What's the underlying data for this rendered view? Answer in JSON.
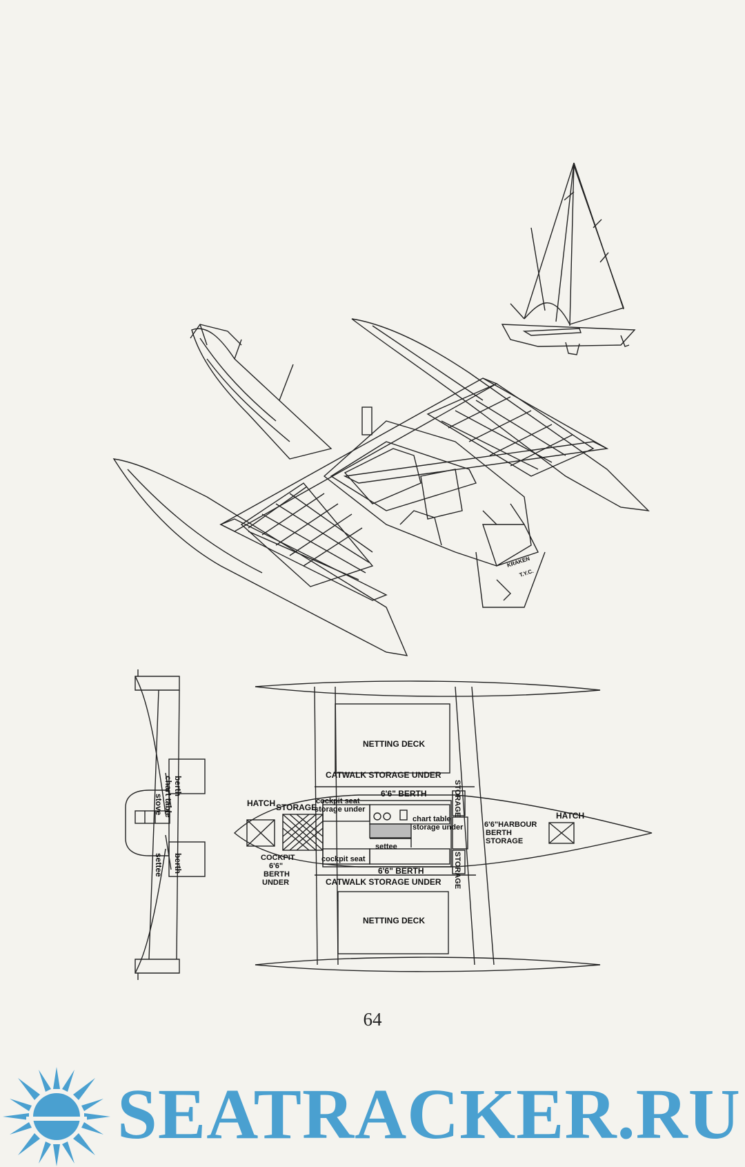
{
  "page": {
    "number": "64"
  },
  "boat": {
    "transom_name_1": "KRAKEN",
    "transom_name_2": "T.Y.C."
  },
  "section_view": {
    "labels": {
      "berth": "berth",
      "chart_table": "chart table",
      "stove": "stove",
      "settee": "settee",
      "berth_lower": "berth"
    }
  },
  "plan_view": {
    "labels": {
      "netting_deck_top": "NETTING DECK",
      "catwalk_top": "CATWALK STORAGE UNDER",
      "hatch_left": "HATCH",
      "storage_left": "STORAGE",
      "cockpit_seat_storage_1": "cockpit seat",
      "cockpit_seat_storage_2": "storage under",
      "berth_top": "6'6\" BERTH",
      "storage_vert_top": "STORAGE",
      "chart_table_1": "chart table",
      "chart_table_2": "storage under",
      "harbour_1": "6'6\"HARBOUR",
      "harbour_2": "BERTH",
      "harbour_3": "STORAGE",
      "hatch_right": "HATCH",
      "settee": "settee",
      "cockpit_1": "COCKPIT",
      "cockpit_2": "6'6\"",
      "cockpit_3": "BERTH",
      "cockpit_4": "UNDER",
      "cockpit_seat": "cockpit seat",
      "berth_bottom": "6'6\" BERTH",
      "storage_vert_bottom": "STORAGE",
      "catwalk_bottom": "CATWALK STORAGE UNDER",
      "netting_deck_bottom": "NETTING DECK"
    }
  },
  "watermark": {
    "text": "SEATRACKER.RU",
    "color": "#4aa0d0"
  }
}
